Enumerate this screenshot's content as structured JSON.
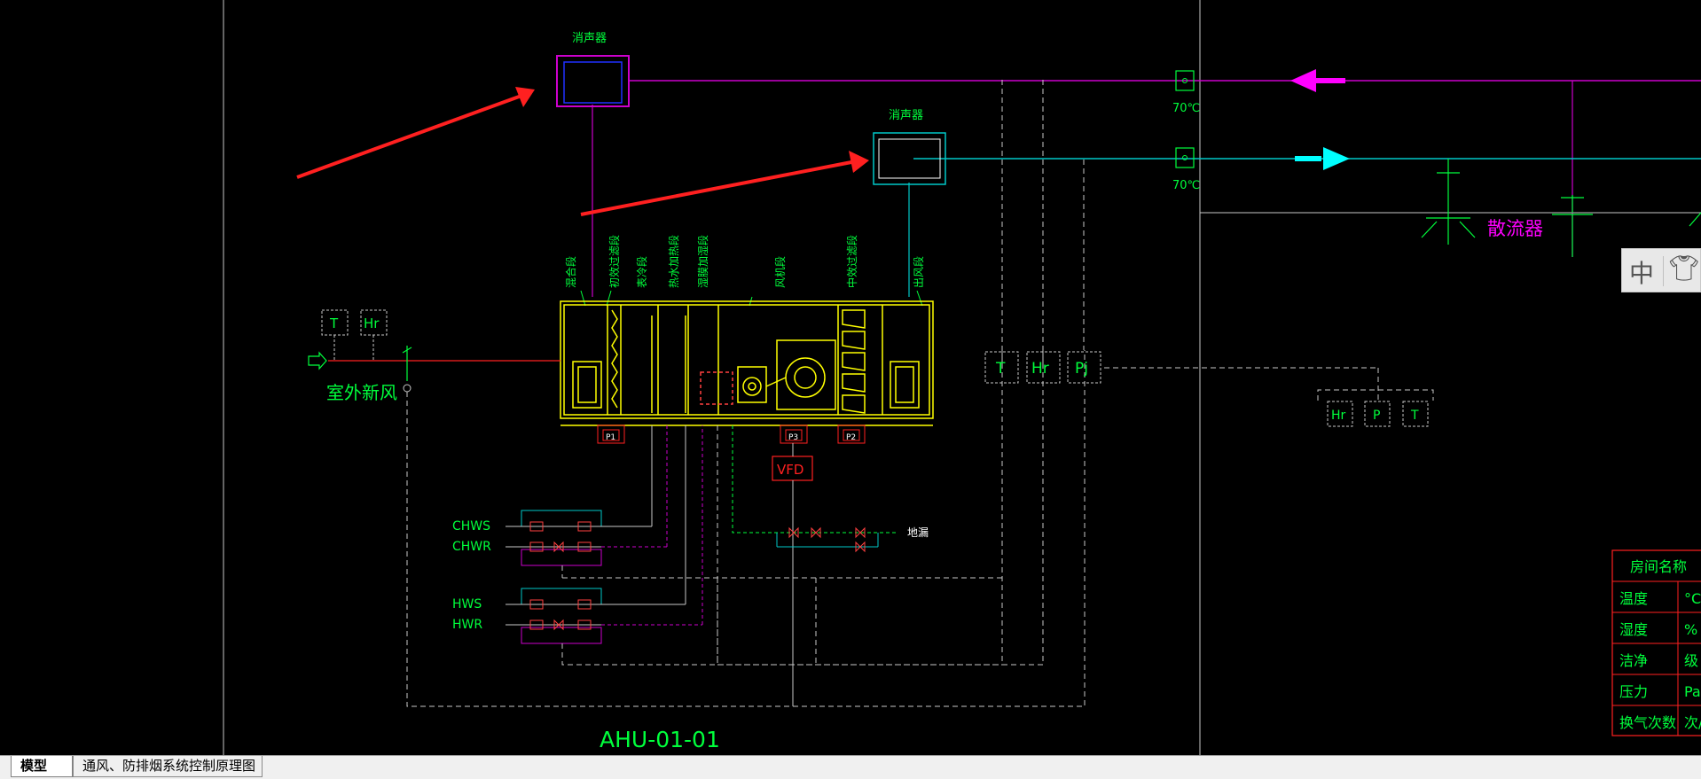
{
  "drawing": {
    "silencer_1_label": "消声器",
    "silencer_2_label": "消声器",
    "damper_1_temp": "70℃",
    "damper_2_temp": "70℃",
    "diffuser_label": "散流器",
    "section_labels": [
      "混合段",
      "初效过滤段",
      "表冷段",
      "热水加热段",
      "湿膜加湿段",
      "风机段",
      "中效过滤段",
      "出风段"
    ],
    "sensor_outdoor_t": "T",
    "sensor_outdoor_hr": "Hr",
    "outdoor_air_label": "室外新风",
    "sensor_return_t": "T",
    "sensor_return_hr": "Hr",
    "sensor_return_pj": "Pj",
    "sensor_room_hr": "Hr",
    "sensor_room_p": "P",
    "sensor_room_t": "T",
    "p1": "P1",
    "p3": "P3",
    "p2": "P2",
    "vfd": "VFD",
    "drain_label": "地漏",
    "chws": "CHWS",
    "chwr": "CHWR",
    "hws": "HWS",
    "hwr": "HWR",
    "ahu_name": "AHU-01-01",
    "room_table": {
      "header": "房间名称",
      "rows": [
        {
          "name": "温度",
          "unit": "°C"
        },
        {
          "name": "湿度",
          "unit": "%"
        },
        {
          "name": "洁净",
          "unit": "级"
        },
        {
          "name": "压力",
          "unit": "Pa"
        },
        {
          "name": "换气次数",
          "unit": "次/h"
        }
      ]
    }
  },
  "colors": {
    "background": "#000000",
    "green": "#00ff3c",
    "yellow": "#ffff00",
    "magenta": "#cc00cc",
    "cyan": "#00c8c8",
    "red": "#ff2020",
    "white": "#d0d0d0",
    "arrow": "#ff2020"
  },
  "ime": {
    "language": "中",
    "skin_icon": "shirt-icon"
  },
  "tabs": {
    "model": "模型",
    "layout": "通风、防排烟系统控制原理图"
  }
}
